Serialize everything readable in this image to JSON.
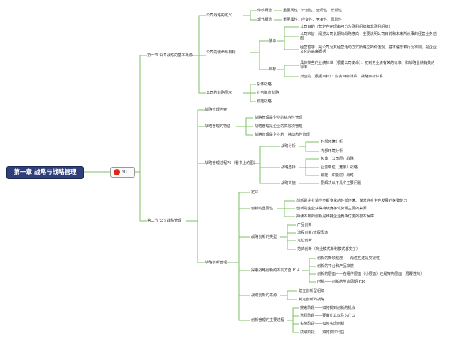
{
  "root": {
    "label": "第一章 战略与战略管理"
  },
  "badge": {
    "icon": "!",
    "label": "oU"
  },
  "sec1": {
    "label": "第一节 公司战略的基本概念",
    "definition": {
      "label": "公司战略的定义",
      "traditional": {
        "label": "传统概念",
        "detail": "重要属性：计划性、全局性、长期性"
      },
      "modern": {
        "label": "现代概念",
        "detail": "重要属性：应变性、竞争性、风险性"
      }
    },
    "mission": {
      "label": "公司的使命与目标",
      "sub1": {
        "label": "使命",
        "items": [
          "公司目的（营定存在理由可分为盈利组织和非盈利组织）",
          "公司宗旨：阐述公司长期的战略意向；主要说明公司目前和未来所从事的经营业务范围",
          "经营哲学：是公司为其经营活动方式所确立的价值观、基本信念和行为准则，是企业文化的高度概括"
        ]
      },
      "sub2": {
        "label": "目标",
        "items": [
          "具体某些的业绩标准（根据公司使命）：初到务业绩有关的标准、和战略业绩有关的标准",
          "对应的（根据目标）：财务目标体系、战略目标体系"
        ]
      }
    },
    "levels": {
      "label": "公司的战略层次",
      "items": [
        "总体战略",
        "业务单位战略",
        "职能战略"
      ]
    }
  },
  "sec2": {
    "label": "第二节 公司战略管理",
    "content": {
      "label": "战略管理内容"
    },
    "features": {
      "label": "战略管理的特征",
      "items": [
        "战略管理是企业的综合性管理",
        "战略管理是企业的高层次管理",
        "战略管理是企业的一种动态性管理"
      ]
    },
    "process": {
      "label": "战略管理过程P5（看书上的图）",
      "analysis": {
        "label": "战略分析",
        "items": [
          "外部环境分析",
          "内部环境分析"
        ]
      },
      "choice": {
        "label": "战略选择",
        "items": [
          "总体（公司层）战略",
          "业务单位（竞争）战略",
          "职能（职能层）战略"
        ]
      },
      "impl": {
        "label": "战略实施",
        "detail": "要解决以下几个主要问题"
      }
    },
    "innovation": {
      "label": "战略创新管理",
      "definition": {
        "label": "定义"
      },
      "importance": {
        "label": "创新的重要性",
        "items": [
          "创新是企业适应不断变化的外部环境、谋求自身生存发展的关键能力",
          "创新是企业获得持续竞争优势最主要的来源",
          "持续不断的创新是维持企业竞争优势的根本保障"
        ]
      },
      "types": {
        "label": "战略创新的类型",
        "items": [
          "产品创新",
          "流程创新/流程再造",
          "定位创新",
          "范式创新（商业模式新利模式都变了）"
        ]
      },
      "dimensions": {
        "label": "探索战略创新的不同方面 P14",
        "items": [
          "创新的新颖程度——渐进性还是突破性",
          "创新的平台和产品家族",
          "创新的层面——在组件层面（小层面）还是架构层面（层覆性的）",
          "时机——创新的生命周期 P16"
        ]
      },
      "sources": {
        "label": "战略创新的来源",
        "items": [
          "建立创新型组织",
          "制定创新的战略"
        ]
      },
      "process": {
        "label": "创新管理的主要过程",
        "items": [
          "搜索阶段——如何找到创新的机会",
          "选择阶段——要做什么以及为什么",
          "实施阶段——如何实现创新",
          "获取阶段——如何获得利益"
        ]
      }
    }
  }
}
